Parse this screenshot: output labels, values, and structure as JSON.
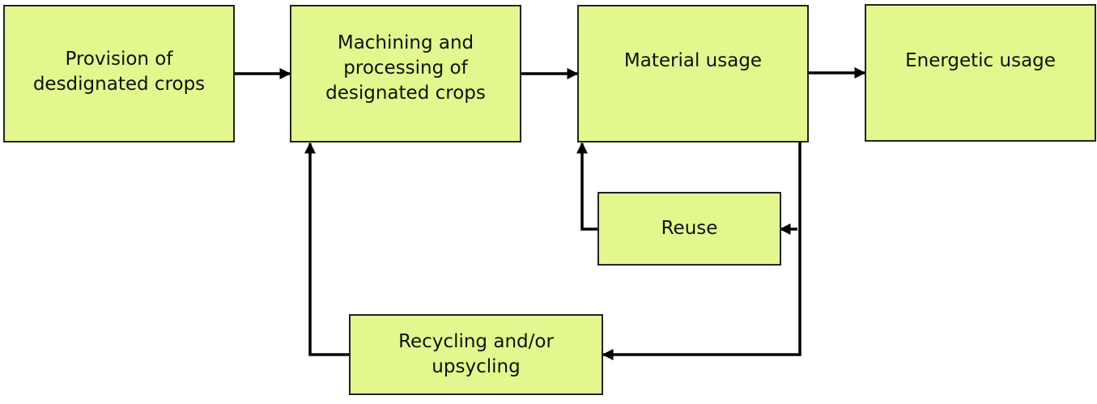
{
  "diagram": {
    "nodes": [
      {
        "id": "provision",
        "label": "Provision of\ndesdignated crops"
      },
      {
        "id": "machining",
        "label": "Machining and\nprocessing of\ndesignated crops"
      },
      {
        "id": "material",
        "label": "Material usage"
      },
      {
        "id": "energetic",
        "label": "Energetic usage"
      },
      {
        "id": "reuse",
        "label": "Reuse"
      },
      {
        "id": "recycling",
        "label": "Recycling and/or\nupsycling"
      }
    ],
    "edges": [
      {
        "from": "provision",
        "to": "machining"
      },
      {
        "from": "machining",
        "to": "material"
      },
      {
        "from": "material",
        "to": "energetic"
      },
      {
        "from": "material",
        "to": "reuse"
      },
      {
        "from": "reuse",
        "to": "material"
      },
      {
        "from": "material",
        "to": "recycling"
      },
      {
        "from": "recycling",
        "to": "machining"
      }
    ],
    "colors": {
      "node_fill": "#e2f88f",
      "node_border": "#222222",
      "connector": "#000000"
    }
  }
}
